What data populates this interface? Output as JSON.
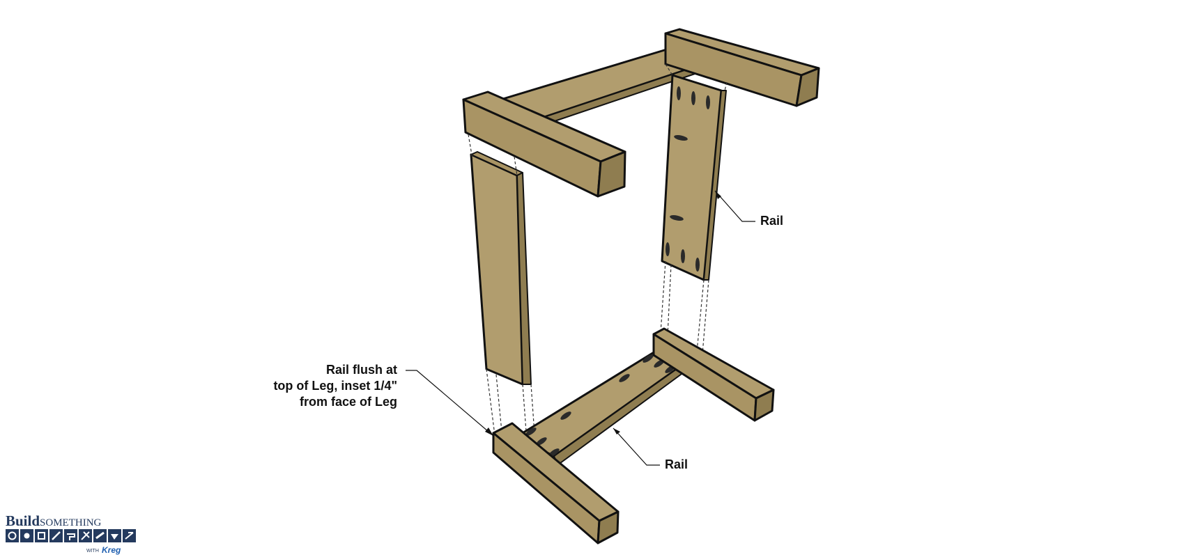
{
  "colors": {
    "wood_face": "#B19D6E",
    "wood_end": "#A99464",
    "wood_dark": "#8F7D50",
    "outline": "#111111",
    "logo_navy": "#243a5e"
  },
  "callouts": {
    "flush_note": {
      "line1": "Rail flush at",
      "line2": "top of Leg, inset 1/4\"",
      "line3": "from face of Leg"
    },
    "rail_top": "Rail",
    "rail_bottom": "Rail"
  },
  "logo": {
    "brand": "Build",
    "brand_suffix": "SOMETHING",
    "with": "WITH",
    "partner": "Kreg"
  }
}
